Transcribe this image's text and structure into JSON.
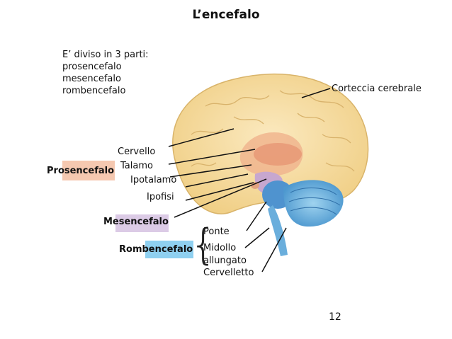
{
  "title": "L’encefalo",
  "intro": {
    "lines": [
      "E’ diviso in 3 parti:",
      "prosencefalo",
      "mesencefalo",
      "rombencefalo"
    ]
  },
  "labels": {
    "corteccia": "Corteccia cerebrale",
    "cervello": "Cervello",
    "talamo": "Talamo",
    "ipotalamo": "Ipotalamo",
    "ipofisi": "Ipofisi",
    "ponte": "Ponte",
    "midollo": "Midollo",
    "allungato": "allungato",
    "cervelletto": "Cervelletto"
  },
  "divisions": {
    "prosencefalo": "Prosencefalo",
    "mesencefalo": "Mesencefalo",
    "rombencefalo": "Rombencefalo"
  },
  "colors": {
    "prosencefalo": "#f5c8b0",
    "mesencefalo": "#dccbe6",
    "rombencefalo": "#8fd0f0",
    "cortex": "#f4dda0",
    "forebrain_inner": "#f2b08a",
    "hindbrain": "#5ba9dc"
  },
  "page_number": "12"
}
